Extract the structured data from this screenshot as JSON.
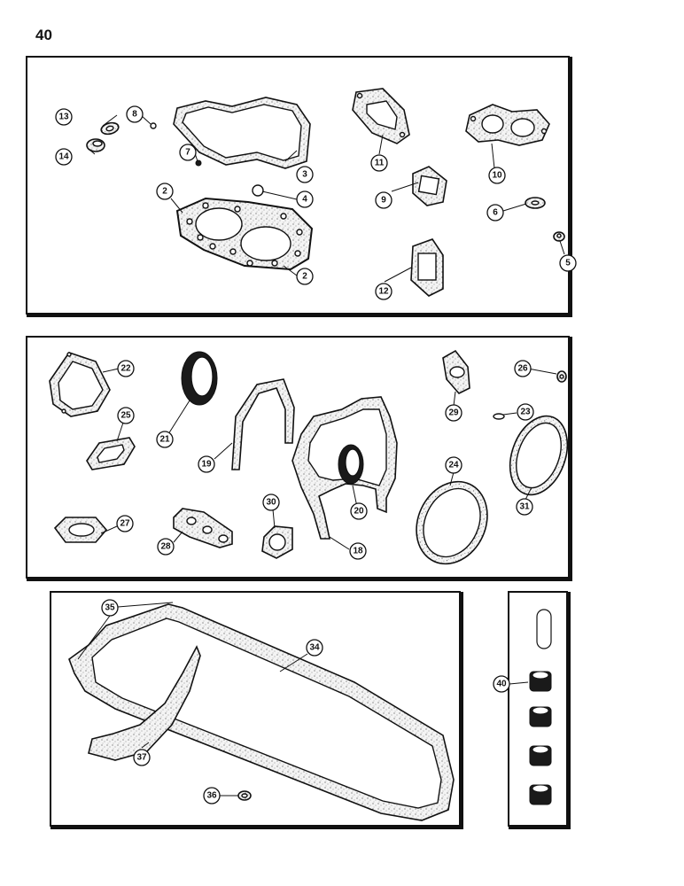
{
  "page_number": "40",
  "callouts": {
    "panel1": [
      "13",
      "8",
      "14",
      "7",
      "2",
      "3",
      "4",
      "2",
      "11",
      "10",
      "9",
      "6",
      "12",
      "5"
    ],
    "panel2": [
      "22",
      "21",
      "26",
      "29",
      "25",
      "19",
      "23",
      "24",
      "20",
      "31",
      "27",
      "28",
      "30",
      "18"
    ],
    "panel3": [
      "35",
      "34",
      "37",
      "36"
    ],
    "panel4": [
      "40"
    ]
  }
}
